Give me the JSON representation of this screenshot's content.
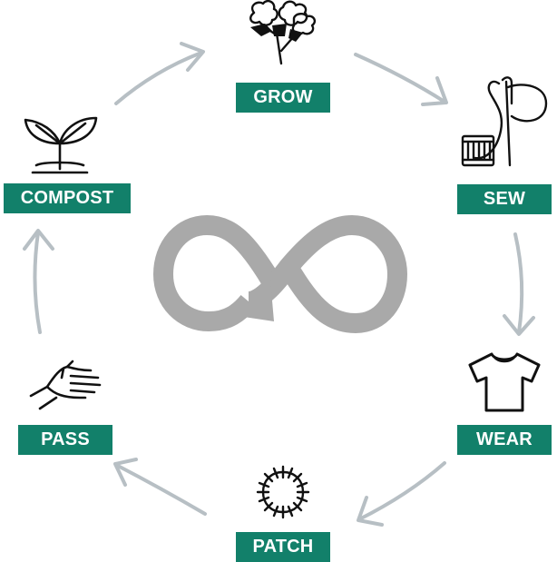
{
  "diagram": {
    "steps": [
      {
        "id": "grow",
        "label": "GROW",
        "icon": "cotton-plant-icon"
      },
      {
        "id": "sew",
        "label": "SEW",
        "icon": "needle-thread-spool-icon"
      },
      {
        "id": "wear",
        "label": "WEAR",
        "icon": "t-shirt-icon"
      },
      {
        "id": "patch",
        "label": "PATCH",
        "icon": "stitched-patch-icon"
      },
      {
        "id": "pass",
        "label": "PASS",
        "icon": "hand-icon"
      },
      {
        "id": "compost",
        "label": "COMPOST",
        "icon": "sprout-icon"
      }
    ],
    "center_icon": "infinity-loop-icon",
    "colors": {
      "label_bg": "#12806a",
      "label_text": "#ffffff",
      "arrow": "#b7bfc4",
      "infinity": "#a9a9a9",
      "icon_stroke": "#111111"
    }
  }
}
